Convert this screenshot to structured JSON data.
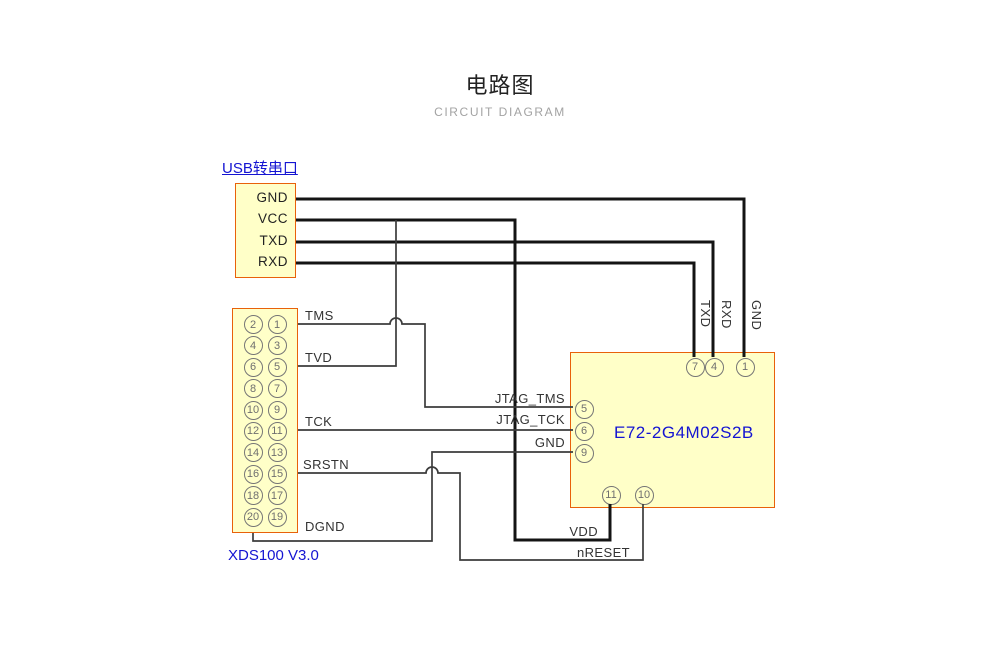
{
  "page": {
    "title": "电路图",
    "subtitle": "CIRCUIT DIAGRAM"
  },
  "usb": {
    "label": "USB转串口",
    "pins": [
      "GND",
      "VCC",
      "TXD",
      "RXD"
    ]
  },
  "xds": {
    "label": "XDS100 V3.0",
    "pins": [
      "2",
      "1",
      "4",
      "3",
      "6",
      "5",
      "8",
      "7",
      "10",
      "9",
      "12",
      "11",
      "14",
      "13",
      "16",
      "15",
      "18",
      "17",
      "20",
      "19"
    ],
    "wire_labels": {
      "tms": "TMS",
      "tvd": "TVD",
      "tck": "TCK",
      "srstn": "SRSTN",
      "dgnd": "DGND"
    }
  },
  "e72": {
    "label": "E72-2G4M02S2B",
    "top_pins": [
      "7",
      "4",
      "1"
    ],
    "top_signals": [
      "TXD",
      "RXD",
      "GND"
    ],
    "left_pins": [
      "5",
      "6",
      "9"
    ],
    "left_signals": [
      "JTAG_TMS",
      "JTAG_TCK",
      "GND"
    ],
    "bottom_pins": [
      "11",
      "10"
    ],
    "bottom_signals": [
      "VDD",
      "nRESET"
    ]
  },
  "colors": {
    "block_fill": "#FFFFC8",
    "block_border": "#E8610A",
    "label_blue": "#1414D2",
    "wire_thick": "#141414",
    "wire_thin": "#3C3C3C",
    "pin_gray": "#767676"
  }
}
